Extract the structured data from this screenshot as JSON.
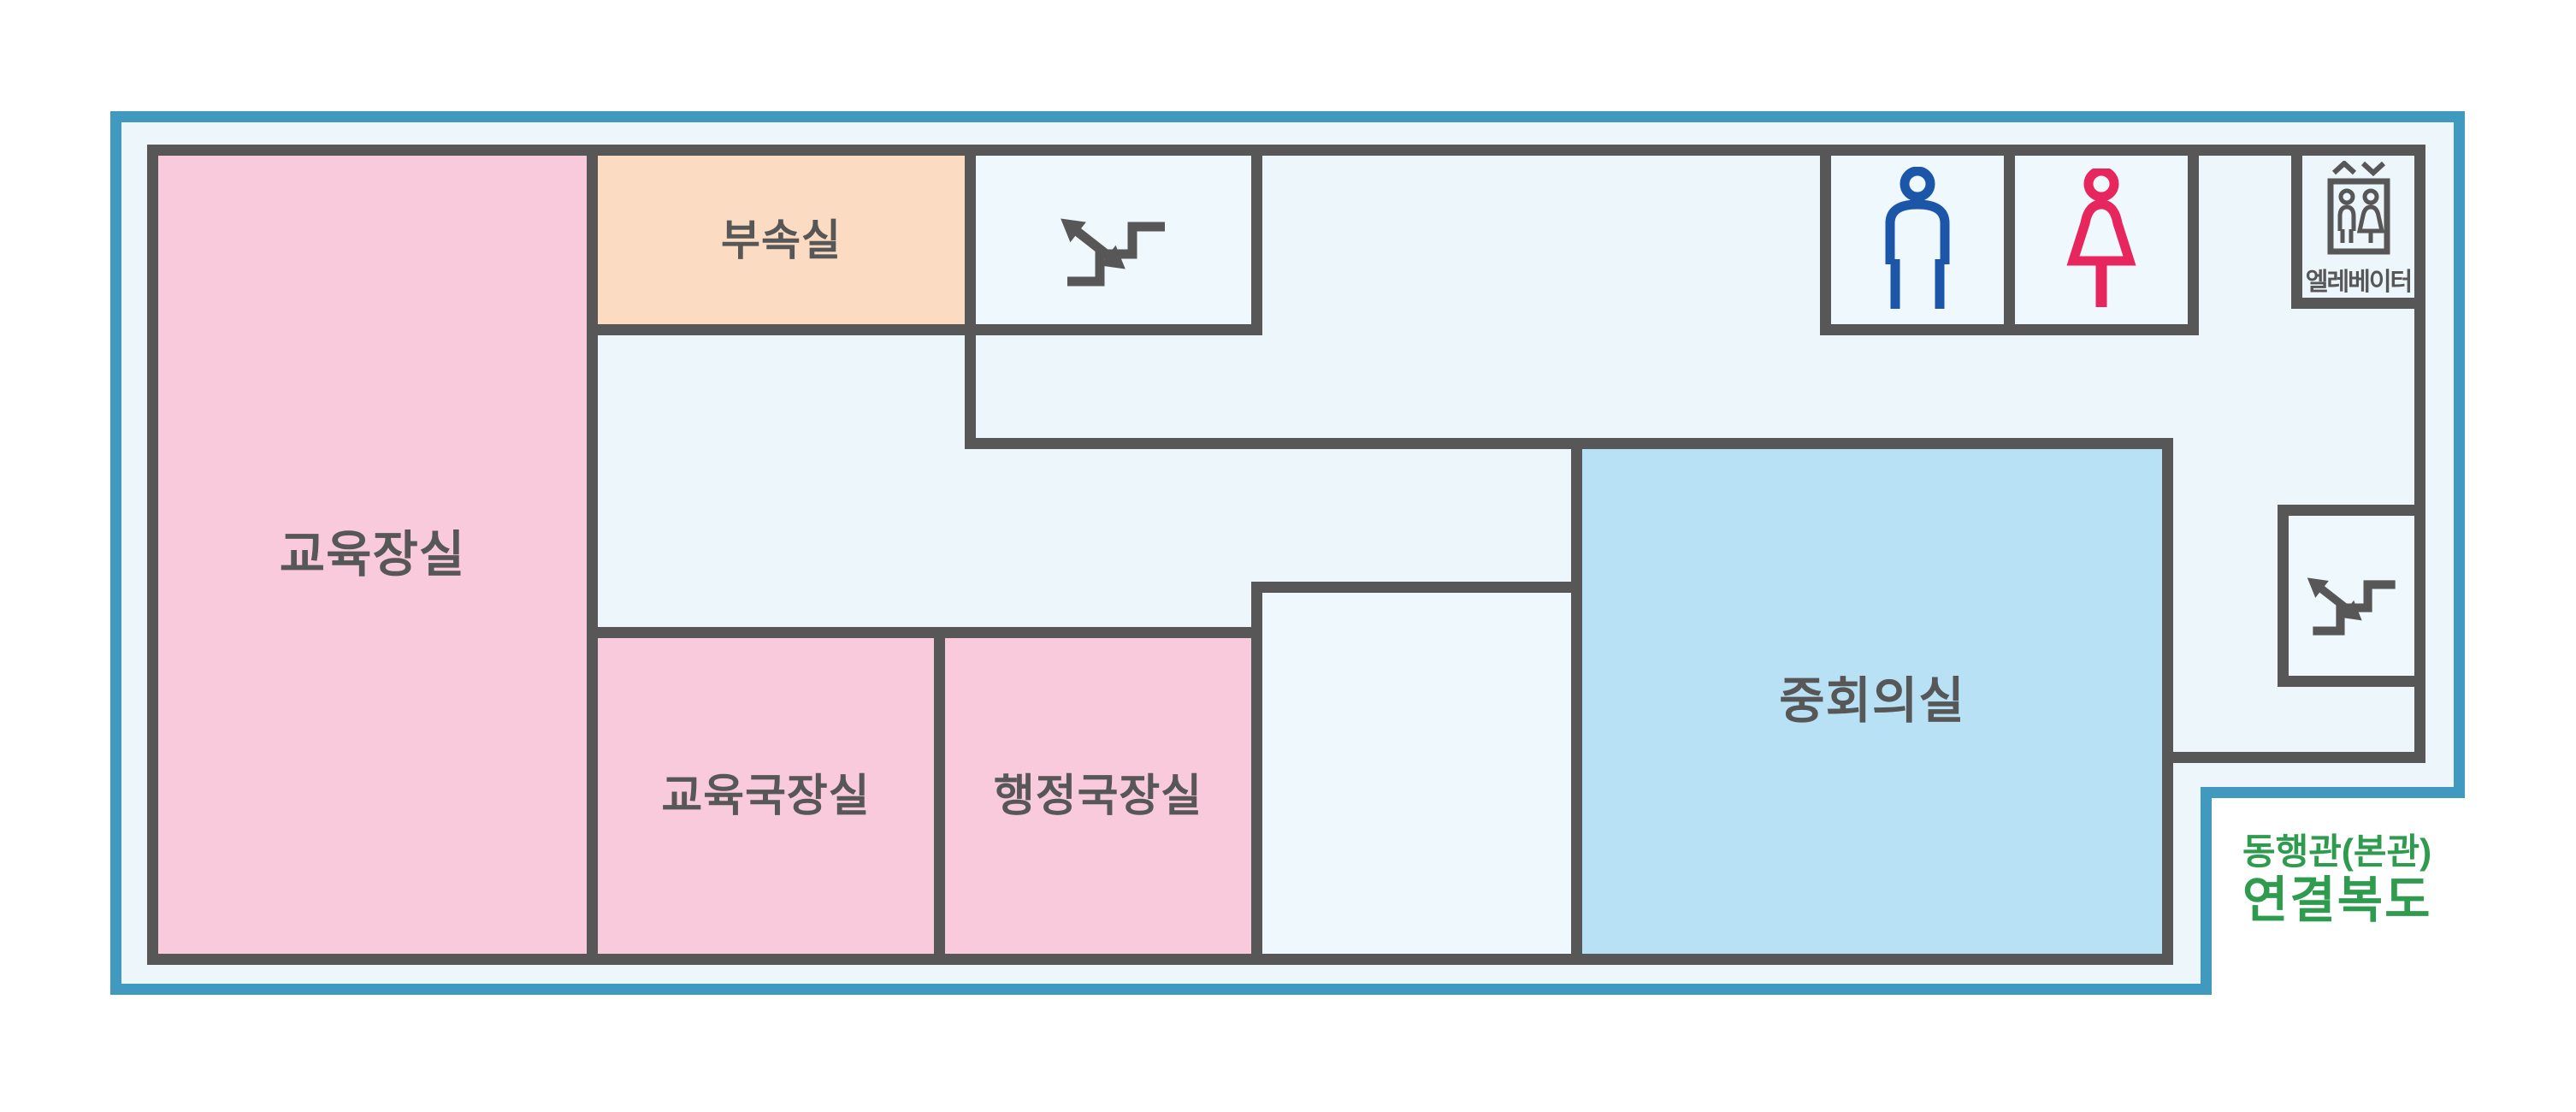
{
  "title": "floor-plan",
  "colors": {
    "outer_border": "#4099bf",
    "interior_background": "#ecf6fb",
    "wall": "#575757",
    "room_pink": "#f8cadb",
    "room_peach": "#fbdcc3",
    "room_blue": "#b8e1f5",
    "label_text": "#575757",
    "male_icon": "#1b56a9",
    "female_icon": "#e8265e",
    "annotation_green": "#2e9b4e",
    "page_background": "#ffffff"
  },
  "rooms": [
    {
      "id": "superintendent-office",
      "label": "교육장실",
      "fill": "pink"
    },
    {
      "id": "annex-office",
      "label": "부속실",
      "fill": "peach"
    },
    {
      "id": "education-director-office",
      "label": "교육국장실",
      "fill": "pink"
    },
    {
      "id": "admin-director-office",
      "label": "행정국장실",
      "fill": "pink"
    },
    {
      "id": "main-conference-room",
      "label": "중회의실",
      "fill": "blue"
    }
  ],
  "facilities": {
    "elevator_label": "엘레베이터",
    "stairs_icon": "stairs-with-double-arrow",
    "male_restroom_icon": "male-figure",
    "female_restroom_icon": "female-figure"
  },
  "annotation": {
    "line1": "동행관(본관)",
    "line2": "연결복도"
  }
}
